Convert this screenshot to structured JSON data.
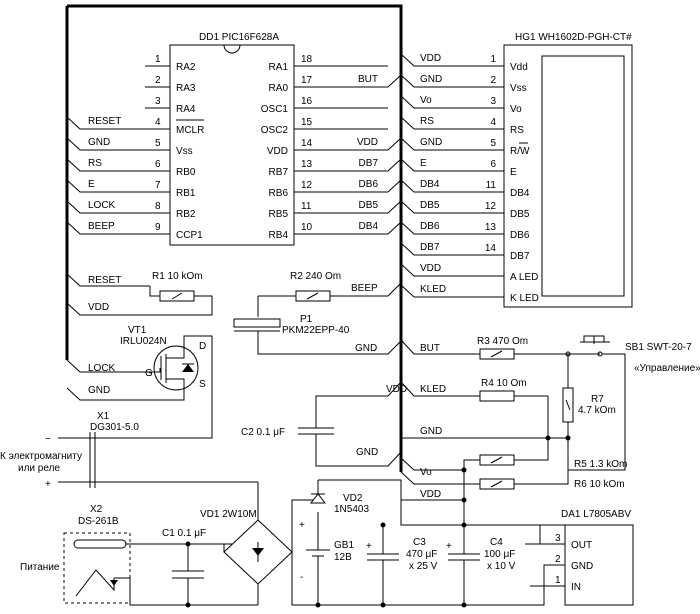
{
  "mcu": {
    "title": "DD1 PIC16F628A",
    "left_pins": [
      {
        "num": "1",
        "name": "RA2",
        "net": ""
      },
      {
        "num": "2",
        "name": "RA3",
        "net": ""
      },
      {
        "num": "3",
        "name": "RA4",
        "net": ""
      },
      {
        "num": "4",
        "name": "MCLR",
        "net": "RESET"
      },
      {
        "num": "5",
        "name": "Vss",
        "net": "GND"
      },
      {
        "num": "6",
        "name": "RB0",
        "net": "RS"
      },
      {
        "num": "7",
        "name": "RB1",
        "net": "E"
      },
      {
        "num": "8",
        "name": "RB2",
        "net": "LOCK"
      },
      {
        "num": "9",
        "name": "CCP1",
        "net": "BEEP"
      }
    ],
    "right_pins": [
      {
        "num": "18",
        "name": "RA1",
        "net": ""
      },
      {
        "num": "17",
        "name": "RA0",
        "net": "BUT"
      },
      {
        "num": "16",
        "name": "OSC1",
        "net": ""
      },
      {
        "num": "15",
        "name": "OSC2",
        "net": ""
      },
      {
        "num": "14",
        "name": "VDD",
        "net": "VDD"
      },
      {
        "num": "13",
        "name": "RB7",
        "net": "DB7"
      },
      {
        "num": "12",
        "name": "RB6",
        "net": "DB6"
      },
      {
        "num": "11",
        "name": "RB5",
        "net": "DB5"
      },
      {
        "num": "10",
        "name": "RB4",
        "net": "DB4"
      }
    ]
  },
  "lcd": {
    "title": "HG1 WH1602D-PGH-CT#",
    "pins": [
      {
        "net": "VDD",
        "num": "1",
        "name": "Vdd"
      },
      {
        "net": "GND",
        "num": "2",
        "name": "Vss"
      },
      {
        "net": "Vo",
        "num": "3",
        "name": "Vo"
      },
      {
        "net": "RS",
        "num": "4",
        "name": "RS"
      },
      {
        "net": "GND",
        "num": "5",
        "name": "R/W"
      },
      {
        "net": "E",
        "num": "6",
        "name": "E"
      },
      {
        "net": "DB4",
        "num": "11",
        "name": "DB4"
      },
      {
        "net": "DB5",
        "num": "12",
        "name": "DB5"
      },
      {
        "net": "DB6",
        "num": "13",
        "name": "DB6"
      },
      {
        "net": "DB7",
        "num": "14",
        "name": "DB7"
      },
      {
        "net": "VDD",
        "num": "",
        "name": "A LED"
      },
      {
        "net": "KLED",
        "num": "",
        "name": "K LED"
      }
    ]
  },
  "nets": {
    "reset": "RESET",
    "vdd": "VDD",
    "gnd": "GND",
    "beep": "BEEP",
    "lock": "LOCK",
    "but": "BUT",
    "kled": "KLED",
    "vo": "Vo"
  },
  "r1": "R1 10 kOm",
  "r2": "R2 240 Om",
  "r3": "R3 470 Om",
  "r4": "R4 10 Om",
  "r5": "R5 1.3 kOm",
  "r6": "R6 10 kOm",
  "r7": {
    "name": "R7",
    "value": "4.7 kOm"
  },
  "p1": {
    "name": "P1",
    "part": "PKM22EPP-40"
  },
  "vt1": {
    "name": "VT1",
    "part": "IRLU024N",
    "d": "D",
    "g": "G",
    "s": "S"
  },
  "x1": {
    "name": "X1",
    "part": "DG301-5.0",
    "desc_line1": "К электромагниту",
    "desc_line2": "или реле",
    "minus": "−",
    "plus": "+"
  },
  "x2": {
    "name": "X2",
    "part": "DS-261B",
    "label": "Питание"
  },
  "sb1": {
    "name": "SB1 SWT-20-7",
    "desc": "«Управление»"
  },
  "c1": "C1 0.1 μF",
  "c2": "C2 0.1 μF",
  "c3": {
    "name": "C3",
    "value": "470 μF",
    "voltage": "x 25 V",
    "plus": "+"
  },
  "c4": {
    "name": "C4",
    "value": "100 μF",
    "voltage": "x 10 V",
    "plus": "+"
  },
  "vd1": "VD1 2W10M",
  "vd2": {
    "name": "VD2",
    "part": "1N5403"
  },
  "gb1": {
    "name": "GB1",
    "value": "12В",
    "plus": "+",
    "minus": "-"
  },
  "da1": {
    "title": "DA1 L7805ABV",
    "out": "OUT",
    "gnd": "GND",
    "in": "IN",
    "p3": "3",
    "p2": "2",
    "p1": "1"
  }
}
